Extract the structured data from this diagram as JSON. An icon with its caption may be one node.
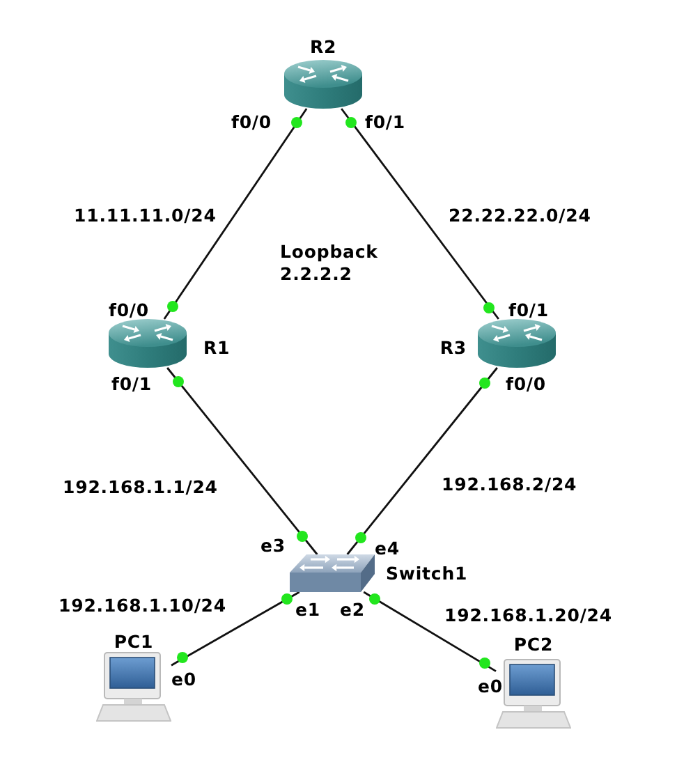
{
  "diagram": {
    "nodes": [
      {
        "text": [
          "R2"
        ],
        "beside": [
          "f0/0",
          "f0/1"
        ]
      },
      {
        "text": [
          "R1"
        ],
        "beside": [
          "f0/0",
          "f0/1"
        ]
      },
      {
        "text": [
          "R3"
        ],
        "beside": [
          "f0/1",
          "f0/0"
        ]
      },
      {
        "text": [
          "Switch1"
        ],
        "beside": [
          "e3",
          "e4",
          "e1",
          "e2"
        ]
      },
      {
        "text": [
          "PC1"
        ],
        "beside": [
          "e0"
        ]
      },
      {
        "text": [
          "PC2"
        ],
        "beside": [
          "e0"
        ]
      }
    ],
    "edges": [
      {
        "from": 0,
        "to": 1,
        "arrow": "none",
        "label": "11.11.11.0/24"
      },
      {
        "from": 0,
        "to": 2,
        "arrow": "none",
        "label": "22.22.22.0/24"
      },
      {
        "from": 1,
        "to": 3,
        "arrow": "none",
        "label": "192.168.1.1/24"
      },
      {
        "from": 2,
        "to": 3,
        "arrow": "none",
        "label": "192.168.2/24"
      },
      {
        "from": 3,
        "to": 4,
        "arrow": "none"
      },
      {
        "from": 3,
        "to": 5,
        "arrow": "none"
      }
    ],
    "labels": [
      "Loopback 2.2.2.2",
      "192.168.1.10/24",
      "192.168.1.20/24"
    ]
  }
}
